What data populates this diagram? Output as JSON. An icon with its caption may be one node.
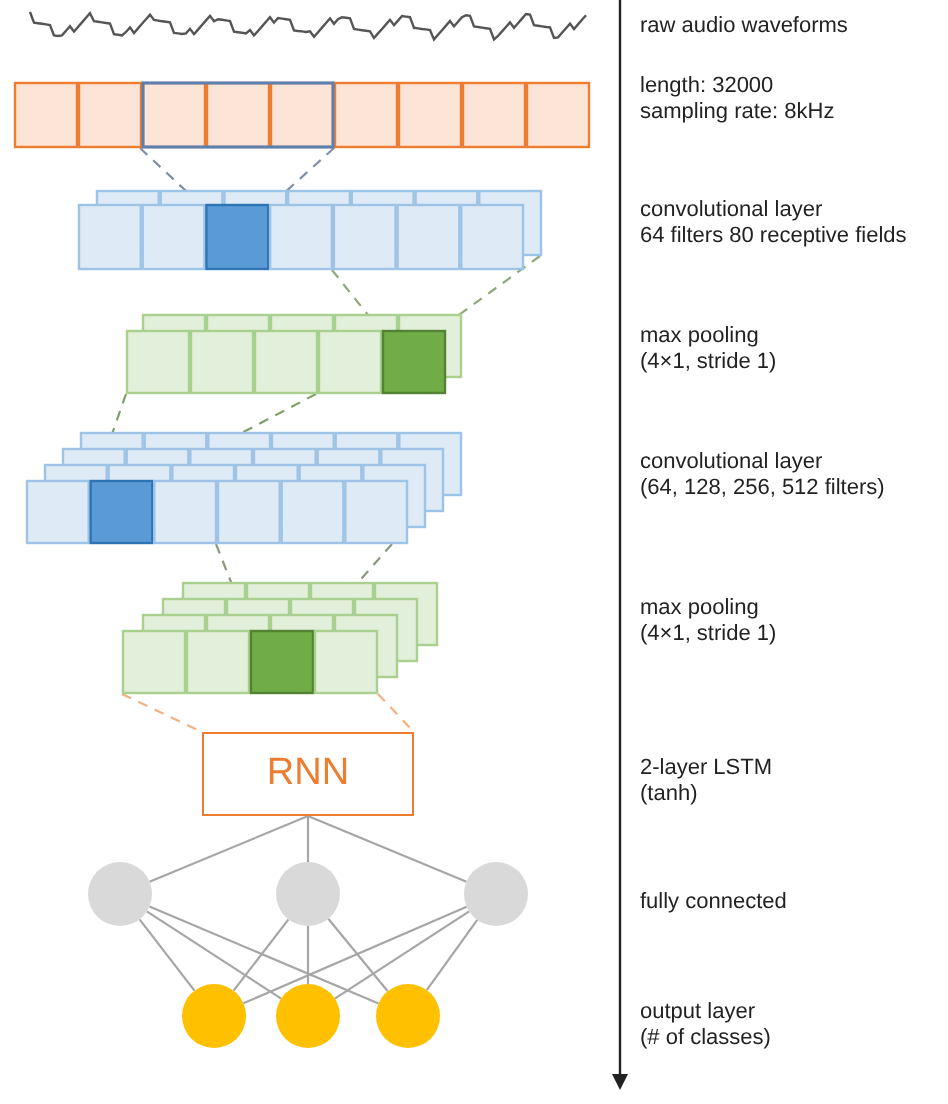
{
  "diagram": {
    "nodes": [
      {
        "text": [],
        "shape": "bar"
      },
      {
        "text": [],
        "shape": "bar"
      },
      {
        "text": [],
        "shape": "bar"
      },
      {
        "text": [],
        "shape": "bar"
      },
      {
        "text": [],
        "shape": "bar"
      },
      {
        "text": [
          "RNN"
        ]
      },
      {
        "text": [],
        "shape": "circle"
      },
      {
        "text": [],
        "shape": "circle"
      },
      {
        "text": [],
        "shape": "circle"
      },
      {
        "text": [],
        "shape": "circle"
      },
      {
        "text": [],
        "shape": "circle"
      },
      {
        "text": [],
        "shape": "circle"
      }
    ],
    "edges": [
      {
        "from": 0,
        "to": 1,
        "arrow": "none",
        "style": "dashed",
        "color": "#7f8fa6"
      },
      {
        "from": 0,
        "to": 1,
        "arrow": "none",
        "style": "dashed",
        "color": "#7f8fa6"
      },
      {
        "from": 1,
        "to": 2,
        "arrow": "none",
        "style": "dashed",
        "color": "#8fa87a"
      },
      {
        "from": 1,
        "to": 2,
        "arrow": "none",
        "style": "dashed",
        "color": "#8fa87a"
      },
      {
        "from": 2,
        "to": 3,
        "arrow": "none",
        "style": "dashed",
        "color": "#7f9f6a"
      },
      {
        "from": 2,
        "to": 3,
        "arrow": "none",
        "style": "dashed",
        "color": "#7f9f6a"
      },
      {
        "from": 3,
        "to": 4,
        "arrow": "none",
        "style": "dashed",
        "color": "#8a9a80"
      },
      {
        "from": 3,
        "to": 4,
        "arrow": "none",
        "style": "dashed",
        "color": "#8a9a80"
      },
      {
        "from": 4,
        "to": 5,
        "arrow": "none",
        "style": "dashed",
        "color": "#f4b183"
      },
      {
        "from": 4,
        "to": 5,
        "arrow": "none",
        "style": "dashed",
        "color": "#f4b183"
      },
      {
        "from": 5,
        "to": 6,
        "arrow": "none"
      },
      {
        "from": 5,
        "to": 7,
        "arrow": "none"
      },
      {
        "from": 5,
        "to": 8,
        "arrow": "none"
      },
      {
        "from": 6,
        "to": 9,
        "arrow": "none"
      },
      {
        "from": 6,
        "to": 10,
        "arrow": "none"
      },
      {
        "from": 6,
        "to": 11,
        "arrow": "none"
      },
      {
        "from": 7,
        "to": 9,
        "arrow": "none"
      },
      {
        "from": 7,
        "to": 10,
        "arrow": "none"
      },
      {
        "from": 7,
        "to": 11,
        "arrow": "none"
      },
      {
        "from": 8,
        "to": 9,
        "arrow": "none"
      },
      {
        "from": 8,
        "to": 10,
        "arrow": "none"
      },
      {
        "from": 8,
        "to": 11,
        "arrow": "none"
      }
    ],
    "labels": [
      "raw audio waveforms",
      "length: 32000",
      "sampling rate: 8kHz",
      "convolutional layer",
      "64 filters 80 receptive fields",
      "max pooling",
      "(4×1, stride 1)",
      "convolutional layer",
      "(64, 128, 256, 512 filters)",
      "max pooling",
      "(4×1, stride 1)",
      "2-layer LSTM",
      "(tanh)",
      "fully connected",
      "output layer",
      "(# of classes)"
    ]
  }
}
